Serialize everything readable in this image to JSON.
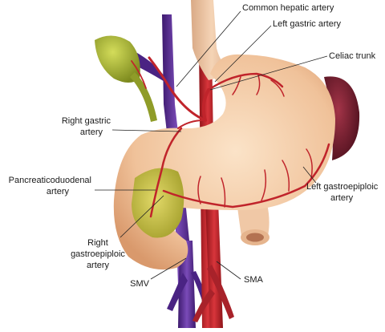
{
  "labels": {
    "common_hepatic": "Common hepatic artery",
    "left_gastric": "Left gastric artery",
    "celiac": "Celiac trunk",
    "right_gastric_l1": "Right gastric",
    "right_gastric_l2": "artery",
    "pancreatico_l1": "Pancreaticoduodenal",
    "pancreatico_l2": "artery",
    "left_gastroepiploic_l1": "Left gastroepiploic",
    "left_gastroepiploic_l2": "artery",
    "right_gastroepiploic_l1": "Right",
    "right_gastroepiploic_l2": "gastroepiploic",
    "right_gastroepiploic_l3": "artery",
    "smv": "SMV",
    "sma": "SMA"
  },
  "colors": {
    "stomach": "#f2c8a0",
    "artery": "#c0242b",
    "vein": "#5a2d91",
    "gallbladder": "#a8b532",
    "pancreas": "#c9c23c",
    "spleen": "#6e1a2a"
  }
}
